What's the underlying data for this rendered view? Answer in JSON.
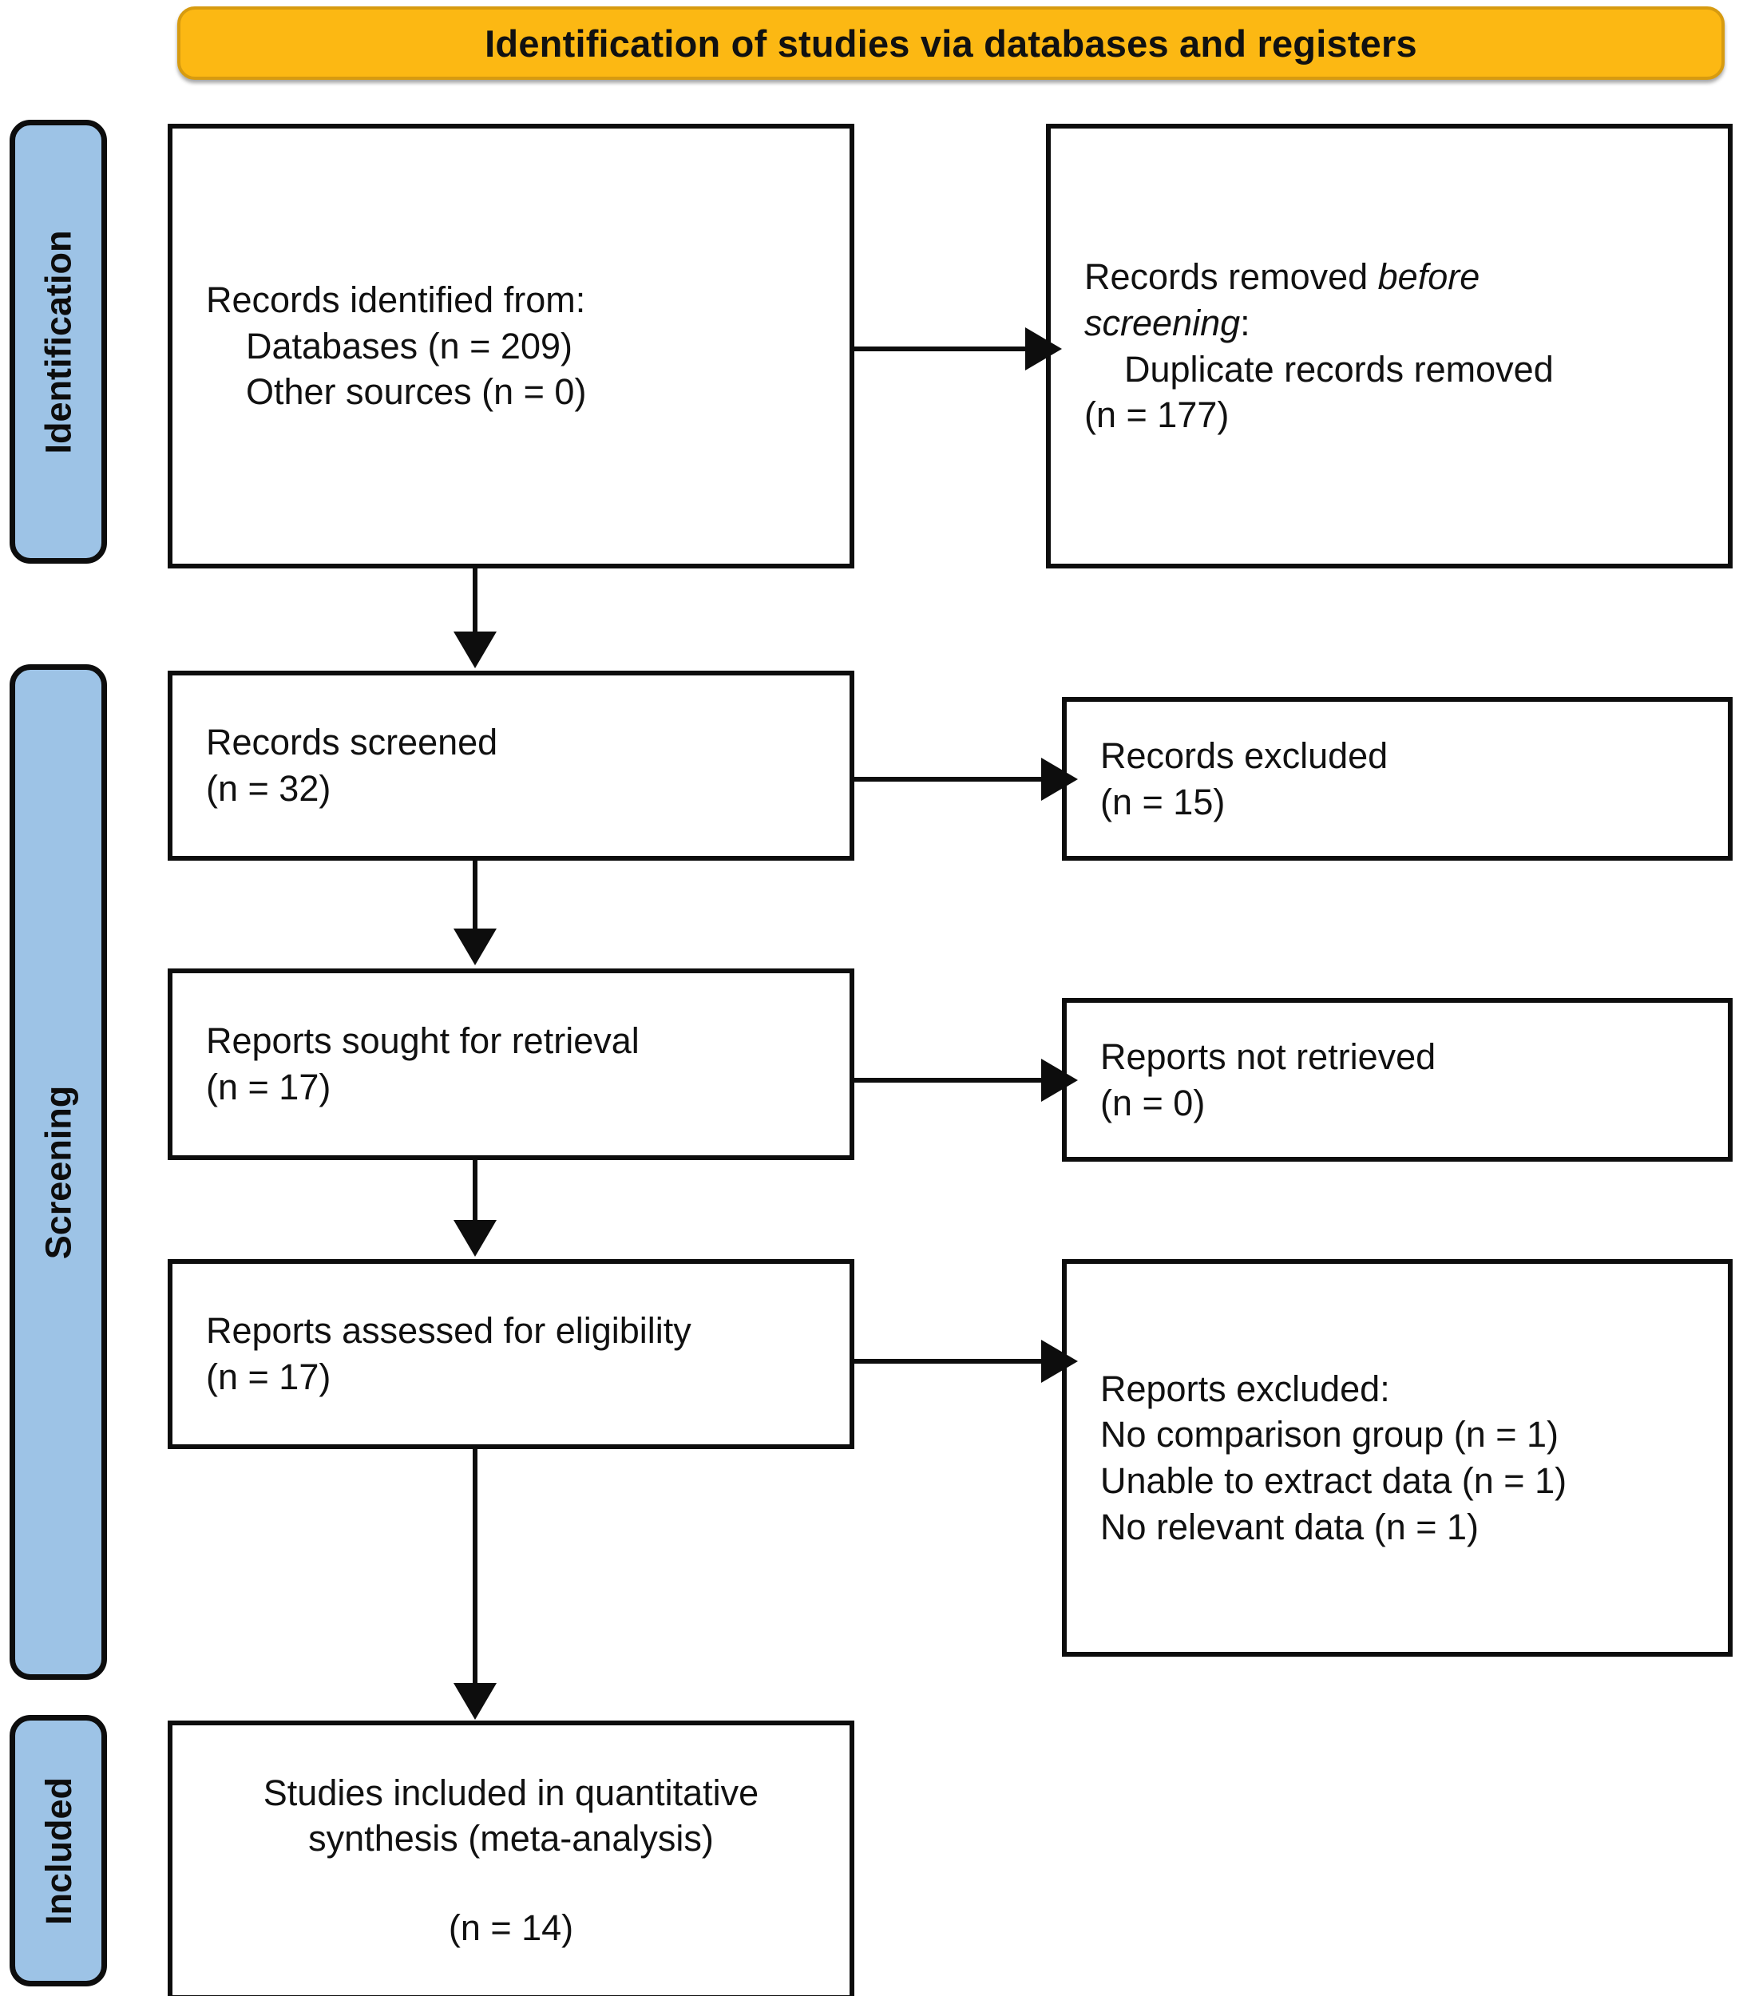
{
  "banner": {
    "title": "Identification of studies via databases and registers"
  },
  "stages": [
    {
      "id": "identification",
      "label": "Identification"
    },
    {
      "id": "screening",
      "label": "Screening"
    },
    {
      "id": "included",
      "label": "Included"
    }
  ],
  "boxes": {
    "identified": {
      "line1": "Records identified from:",
      "line2": "Databases (n = 209)",
      "line3": "Other sources (n = 0)"
    },
    "removed": {
      "line1_a": "Records removed ",
      "line1_b": "before",
      "line2": "screening",
      "line2_colon": ":",
      "line3": "Duplicate records removed",
      "line4": "(n = 177)"
    },
    "screened": {
      "line1": "Records screened",
      "line2": "(n = 32)"
    },
    "excluded": {
      "line1": "Records excluded",
      "line2": "(n = 15)"
    },
    "sought": {
      "line1": "Reports sought for retrieval",
      "line2": "(n = 17)"
    },
    "not_retrieved": {
      "line1": "Reports not retrieved",
      "line2": "(n = 0)"
    },
    "assessed": {
      "line1": "Reports assessed for eligibility",
      "line2": "(n = 17)"
    },
    "reports_excluded": {
      "line1": "Reports excluded:",
      "line2": "No comparison group (n = 1)",
      "line3": "Unable to extract data (n = 1)",
      "line4": "No relevant data (n = 1)"
    },
    "included": {
      "line1": "Studies included in quantitative",
      "line2": "synthesis (meta-analysis)",
      "line3": "(n = 14)"
    }
  },
  "chart_data": {
    "type": "diagram",
    "title": "Identification of studies via databases and registers",
    "nodes": [
      {
        "stage": "Identification",
        "label": "Records identified from: Databases",
        "n": 209
      },
      {
        "stage": "Identification",
        "label": "Records identified from: Other sources",
        "n": 0
      },
      {
        "stage": "Identification",
        "label": "Duplicate records removed before screening",
        "n": 177
      },
      {
        "stage": "Screening",
        "label": "Records screened",
        "n": 32
      },
      {
        "stage": "Screening",
        "label": "Records excluded",
        "n": 15
      },
      {
        "stage": "Screening",
        "label": "Reports sought for retrieval",
        "n": 17
      },
      {
        "stage": "Screening",
        "label": "Reports not retrieved",
        "n": 0
      },
      {
        "stage": "Screening",
        "label": "Reports assessed for eligibility",
        "n": 17
      },
      {
        "stage": "Screening",
        "label": "Reports excluded: No comparison group",
        "n": 1
      },
      {
        "stage": "Screening",
        "label": "Reports excluded: Unable to extract data",
        "n": 1
      },
      {
        "stage": "Screening",
        "label": "Reports excluded: No relevant data",
        "n": 1
      },
      {
        "stage": "Included",
        "label": "Studies included in quantitative synthesis (meta-analysis)",
        "n": 14
      }
    ],
    "colors": {
      "banner": "#FCB813",
      "stage_band": "#9DC3E6",
      "stroke": "#0d0d0d"
    }
  }
}
